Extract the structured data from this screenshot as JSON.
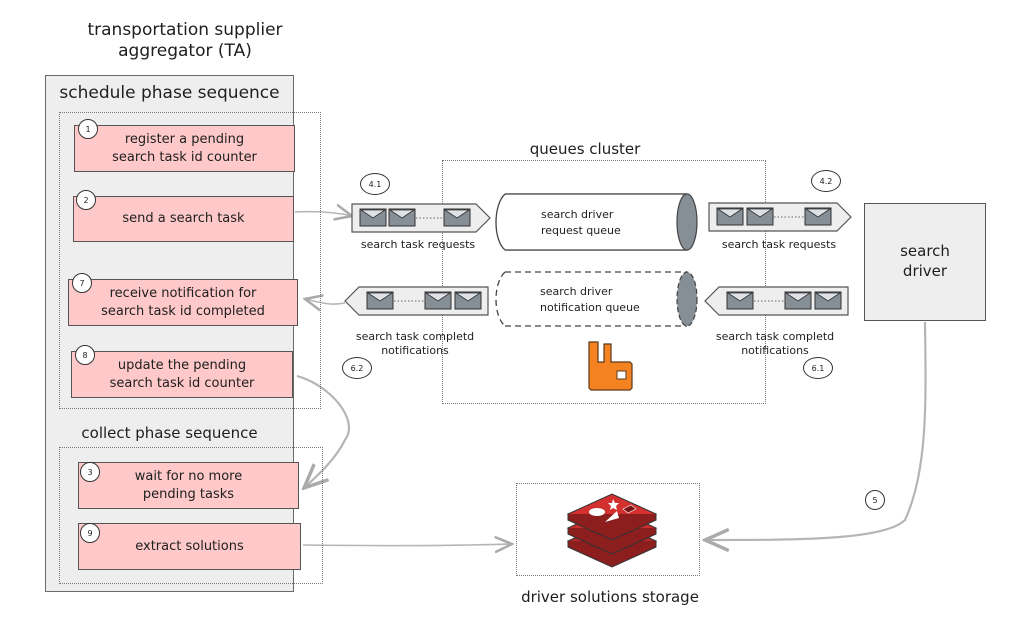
{
  "diagram": {
    "title": "transportation supplier\naggregator (TA)",
    "schedule_phase": {
      "title": "schedule phase sequence",
      "steps": [
        {
          "number": "1",
          "label": "register a pending\nsearch task id counter"
        },
        {
          "number": "2",
          "label": "send a search task"
        },
        {
          "number": "7",
          "label": "receive notification for\nsearch task id completed"
        },
        {
          "number": "8",
          "label": "update the pending\nsearch task id counter"
        }
      ]
    },
    "collect_phase": {
      "title": "collect phase sequence",
      "steps": [
        {
          "number": "3",
          "label": "wait for no more\npending tasks"
        },
        {
          "number": "9",
          "label": "extract solutions"
        }
      ]
    },
    "queues_cluster": {
      "title": "queues cluster",
      "request_queue": "search driver\nrequest queue",
      "notification_queue": "search driver\nnotification queue",
      "broker_icon": "rabbitmq-icon"
    },
    "message_flows": [
      {
        "id": "4.1",
        "label": "search task requests",
        "direction": "right"
      },
      {
        "id": "4.2",
        "label": "search task requests",
        "direction": "right"
      },
      {
        "id": "6.1",
        "label": "search task completd\nnotifications",
        "direction": "left"
      },
      {
        "id": "6.2",
        "label": "search task completd\nnotifications",
        "direction": "left"
      }
    ],
    "search_driver": {
      "label": "search\ndriver",
      "icon": "java-icon"
    },
    "storage": {
      "label": "driver solutions storage",
      "icon": "redis-icon",
      "step": "5"
    },
    "colors": {
      "step_fill": "#ffc9c9",
      "panel_fill": "#eeeeee",
      "envelope": "#868e96",
      "broker": "#f58220",
      "redis": "#c92a2a",
      "arrow": "#b5b5b5"
    }
  }
}
